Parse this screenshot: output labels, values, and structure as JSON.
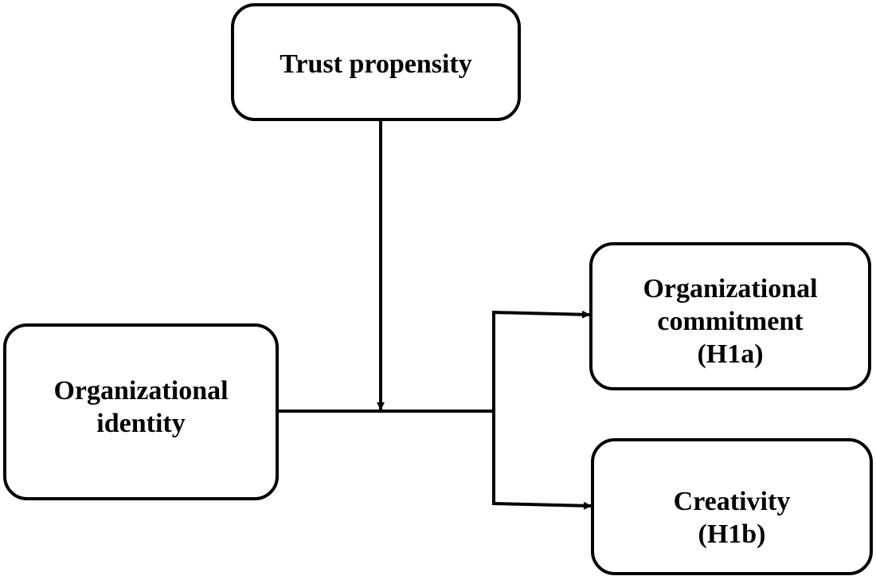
{
  "nodes": {
    "trust": {
      "lines": [
        "Trust propensity"
      ]
    },
    "identity": {
      "lines": [
        "Organizational",
        "identity"
      ]
    },
    "commitment": {
      "lines": [
        "Organizational",
        "commitment",
        "(H1a)"
      ]
    },
    "creativity": {
      "lines": [
        "Creativity",
        "(H1b)"
      ]
    }
  },
  "colors": {
    "stroke": "#000000",
    "background": "#ffffff"
  }
}
